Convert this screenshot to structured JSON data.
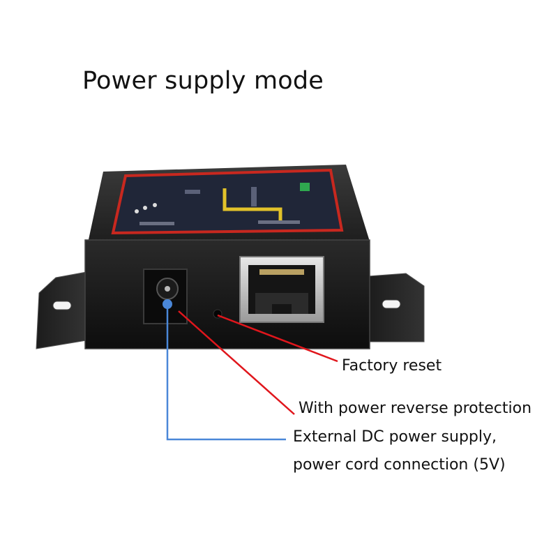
{
  "title": "Power supply mode",
  "callouts": {
    "factory_reset": "Factory reset",
    "reverse_protection": "With power reverse protection",
    "dc_supply_line1": "External DC power supply,",
    "dc_supply_line2": "power cord connection (5V)"
  },
  "colors": {
    "reset_line": "#e0161c",
    "reverse_line": "#e0161c",
    "dc_line": "#4a87d8",
    "device_body": "#1a1a1a",
    "label_border": "#c8281f",
    "label_bg": "#202638",
    "ethernet_accent": "#e2c22a"
  },
  "icons": [
    "dc-jack-icon",
    "rj45-port-icon",
    "reset-hole-icon",
    "mounting-slot-icon"
  ]
}
